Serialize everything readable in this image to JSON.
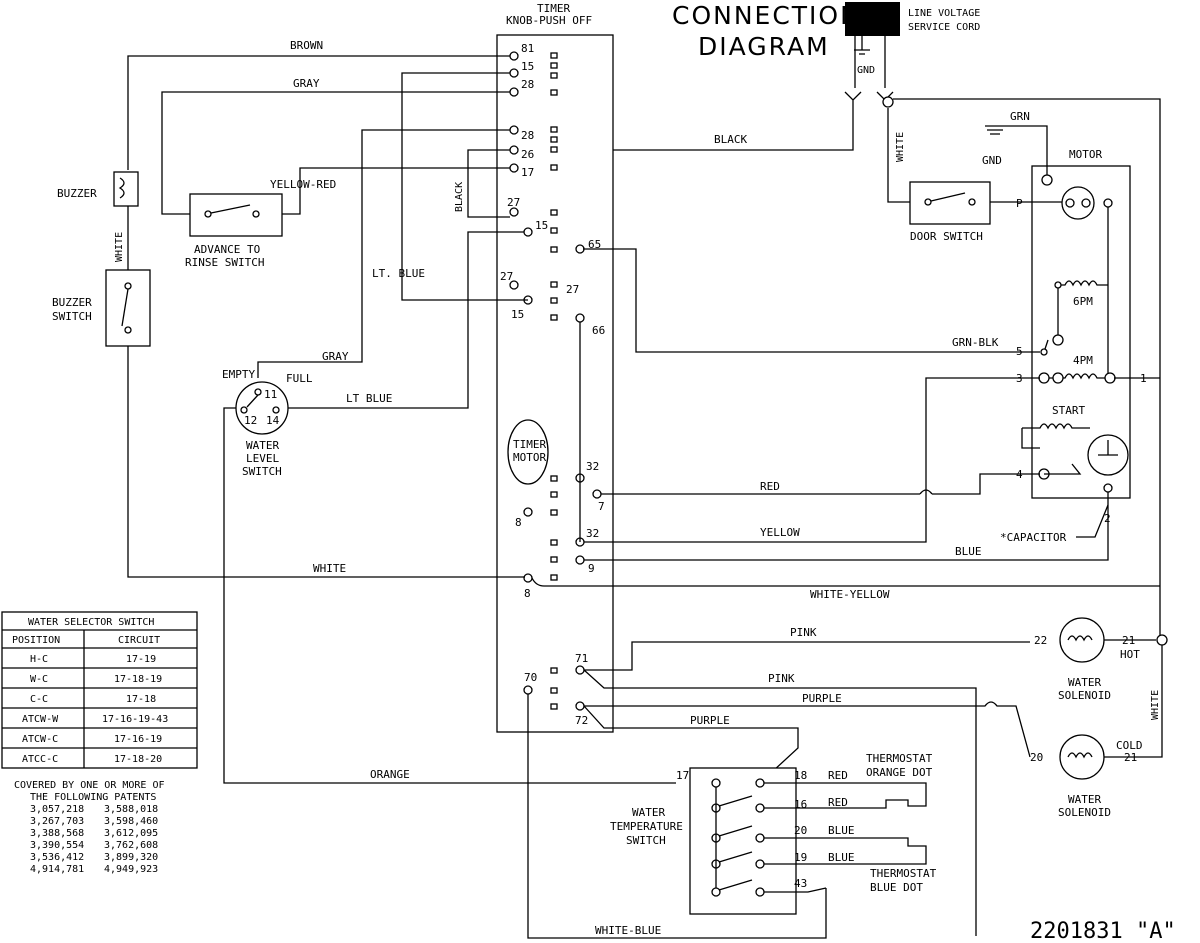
{
  "header": {
    "title_line1": "CONNECTION",
    "title_line2": "DIAGRAM",
    "cord_label_1": "LINE VOLTAGE",
    "cord_label_2": "SERVICE CORD",
    "gnd": "GND"
  },
  "drawing_number": "2201831 \"A\"",
  "timer": {
    "title_1": "TIMER",
    "title_2": "KNOB-PUSH OFF",
    "motor_1": "TIMER",
    "motor_2": "MOTOR",
    "terminals": [
      "81",
      "15",
      "28",
      "28",
      "26",
      "17",
      "27",
      "15",
      "65",
      "27",
      "27",
      "15",
      "66",
      "32",
      "7",
      "8",
      "32",
      "9",
      "8",
      "71",
      "70",
      "72"
    ]
  },
  "components": {
    "buzzer": "BUZZER",
    "buzzer_switch_1": "BUZZER",
    "buzzer_switch_2": "SWITCH",
    "advance_1": "ADVANCE TO",
    "advance_2": "RINSE SWITCH",
    "water_level_1": "WATER",
    "water_level_2": "LEVEL",
    "water_level_3": "SWITCH",
    "empty": "EMPTY",
    "full": "FULL",
    "wl_terms": [
      "11",
      "12",
      "14"
    ],
    "door_switch": "DOOR SWITCH",
    "motor": "MOTOR",
    "six_pm": "6PM",
    "four_pm": "4PM",
    "start": "START",
    "capacitor": "*CAPACITOR",
    "motor_terms": [
      "P",
      "5",
      "3",
      "1",
      "4",
      "2"
    ],
    "water_solenoid_1": "WATER",
    "water_solenoid_2": "SOLENOID",
    "hot": "HOT",
    "cold": "COLD",
    "sol_terms": [
      "22",
      "21",
      "20",
      "21"
    ],
    "wts_1": "WATER",
    "wts_2": "TEMPERATURE",
    "wts_3": "SWITCH",
    "wts_terms": [
      "17",
      "18",
      "16",
      "20",
      "19",
      "43"
    ],
    "thermo_orange_1": "THERMOSTAT",
    "thermo_orange_2": "ORANGE DOT",
    "thermo_blue_1": "THERMOSTAT",
    "thermo_blue_2": "BLUE DOT"
  },
  "wires": {
    "brown": "BROWN",
    "gray": "GRAY",
    "gray2": "GRAY",
    "yellow_red": "YELLOW-RED",
    "white_v": "WHITE",
    "black_v": "BLACK",
    "lt_blue": "LT. BLUE",
    "lt_blue2": "LT  BLUE",
    "black": "BLACK",
    "white_door": "WHITE",
    "grn": "GRN",
    "grn_blk": "GRN-BLK",
    "red": "RED",
    "yellow": "YELLOW",
    "blue": "BLUE",
    "white": "WHITE",
    "white_yellow": "WHITE-YELLOW",
    "pink1": "PINK",
    "pink2": "PINK",
    "purple1": "PURPLE",
    "purple2": "PURPLE",
    "orange": "ORANGE",
    "white_blue": "WHITE-BLUE",
    "white_sol": "WHITE",
    "red18": "RED",
    "red16": "RED",
    "blue20": "BLUE",
    "blue19": "BLUE"
  },
  "selector_table": {
    "title": "WATER SELECTOR SWITCH",
    "headers": [
      "POSITION",
      "CIRCUIT"
    ],
    "rows": [
      [
        "H-C",
        "17-19"
      ],
      [
        "W-C",
        "17-18-19"
      ],
      [
        "C-C",
        "17-18"
      ],
      [
        "ATCW-W",
        "17-16-19-43"
      ],
      [
        "ATCW-C",
        "17-16-19"
      ],
      [
        "ATCC-C",
        "17-18-20"
      ]
    ]
  },
  "patents": {
    "line1": "COVERED BY ONE OR MORE OF",
    "line2": "THE FOLLOWING PATENTS",
    "rows": [
      [
        "3,057,218",
        "3,588,018"
      ],
      [
        "3,267,703",
        "3,598,460"
      ],
      [
        "3,388,568",
        "3,612,095"
      ],
      [
        "3,390,554",
        "3,762,608"
      ],
      [
        "3,536,412",
        "3,899,320"
      ],
      [
        "4,914,781",
        "4,949,923"
      ]
    ]
  }
}
